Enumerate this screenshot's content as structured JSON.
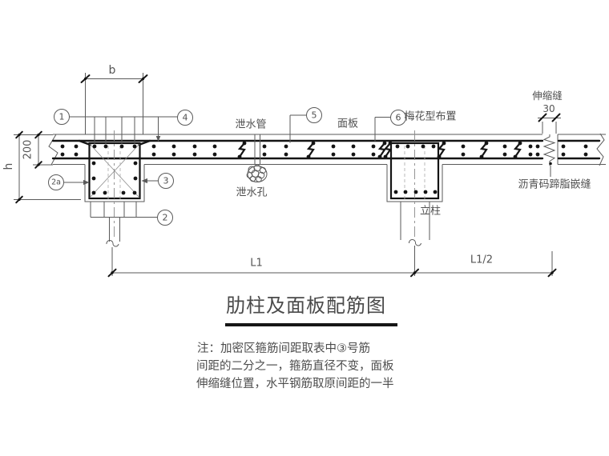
{
  "colors": {
    "background": "#ffffff",
    "line_thin": "#5a5a5a",
    "line_heavy": "#141414",
    "text": "#4f4f4f"
  },
  "title": {
    "text": "肋柱及面板配筋图"
  },
  "callouts": {
    "c1": "1",
    "c2": "2",
    "c2a": "2a",
    "c3": "3",
    "c4": "4",
    "c5": "5",
    "c6": "6"
  },
  "labels": {
    "drain_pipe": "泄水管",
    "panel": "面板",
    "plum_pattern": "梅花型布置",
    "drain_hole": "泄水孔",
    "column": "立柱",
    "expansion_joint": "伸缩缝",
    "sealant": "沥青码蹄脂嵌缝"
  },
  "dimensions": {
    "b": "b",
    "slab_thickness": "200",
    "height": "h",
    "joint_width": "30",
    "span_l1": "L1",
    "span_l1_half": "L1/2"
  },
  "notes": {
    "line1": "注：加密区箍筋间距取表中③号筋",
    "line2": "间距的二分之一，箍筋直径不变，面板",
    "line3": "伸缩缝位置，水平钢筋取原间距的一半"
  }
}
